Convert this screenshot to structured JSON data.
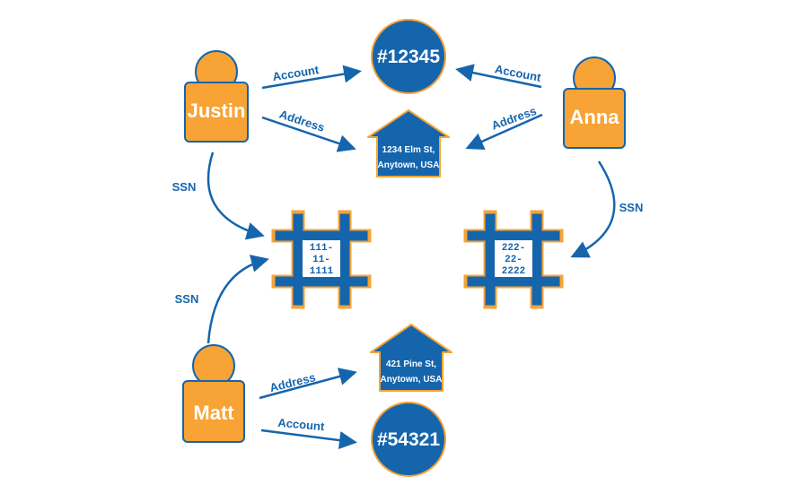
{
  "people": {
    "justin": "Justin",
    "anna": "Anna",
    "matt": "Matt"
  },
  "accounts": {
    "top": "#12345",
    "bottom": "#54321"
  },
  "addresses": {
    "top": {
      "line1": "1234 Elm St,",
      "line2": "Anytown, USA"
    },
    "bottom": {
      "line1": "421 Pine St,",
      "line2": "Anytown, USA"
    }
  },
  "ssns": {
    "left": [
      "111-",
      "11-",
      "1111"
    ],
    "right": [
      "222-",
      "22-",
      "2222"
    ]
  },
  "edge_labels": {
    "justin_account": "Account",
    "justin_address": "Address",
    "justin_ssn": "SSN",
    "anna_account": "Account",
    "anna_address": "Address",
    "anna_ssn": "SSN",
    "matt_ssn": "SSN",
    "matt_address": "Address",
    "matt_account": "Account"
  },
  "colors": {
    "person_fill": "#f7a335",
    "node_blue": "#1565ad",
    "edge": "#1565ad"
  }
}
